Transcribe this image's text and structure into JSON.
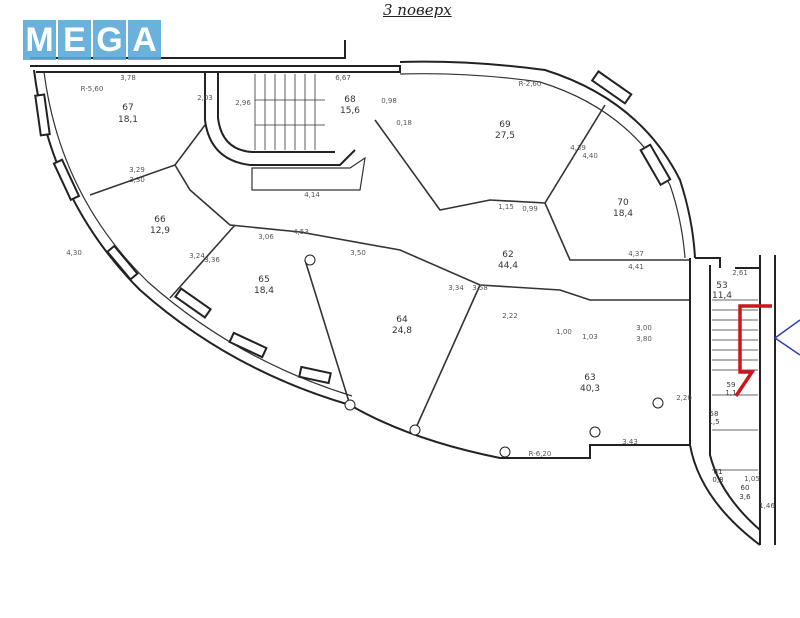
{
  "logo": {
    "letters": [
      "M",
      "E",
      "G",
      "A"
    ],
    "color": "#5aa9d8"
  },
  "title": "3 поверх",
  "rooms": [
    {
      "number": "67",
      "area": "18,1"
    },
    {
      "number": "68",
      "area": "15,6"
    },
    {
      "number": "69",
      "area": "27,5"
    },
    {
      "number": "70",
      "area": "18,4"
    },
    {
      "number": "66",
      "area": "12,9"
    },
    {
      "number": "65",
      "area": "18,4"
    },
    {
      "number": "64",
      "area": "24,8"
    },
    {
      "number": "62",
      "area": "44,4"
    },
    {
      "number": "63",
      "area": "40,3"
    },
    {
      "number": "53",
      "area": "11,4"
    },
    {
      "number": "59",
      "area": "1,1"
    },
    {
      "number": "58",
      "area": "1,5"
    },
    {
      "number": "61",
      "area": "0,8"
    },
    {
      "number": "60",
      "area": "3,6"
    }
  ],
  "dimensions": [
    "3,78",
    "6,67",
    "2,03",
    "2,96",
    "0,98",
    "0,18",
    "4,14",
    "3,29",
    "3,30",
    "4,30",
    "3,24",
    "3,36",
    "3,06",
    "4,53",
    "3,50",
    "3,34",
    "3,58",
    "2,22",
    "1,00",
    "1,03",
    "3,00",
    "3,80",
    "4,37",
    "4,41",
    "4,39",
    "4,40",
    "1,15",
    "0,99",
    "2,61",
    "2,20",
    "3,43",
    "R-6,20",
    "R-2,60",
    "R-5,60",
    "1,05",
    "1,46"
  ],
  "markers": {
    "route_color": "#d0141c",
    "arrow_color": "#2a3fb0"
  }
}
